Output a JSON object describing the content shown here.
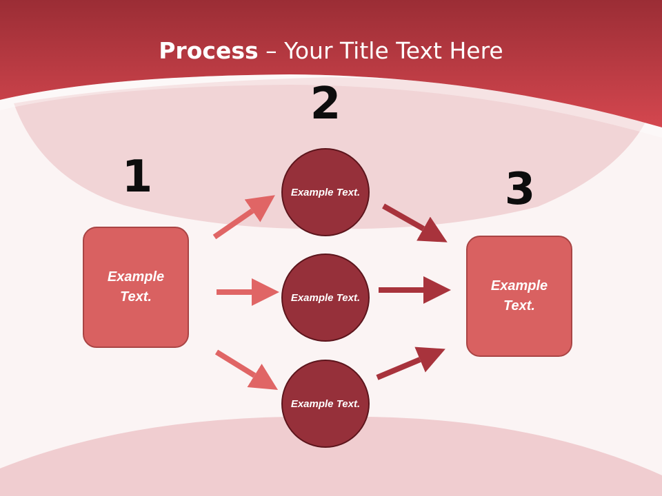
{
  "slide": {
    "title_bold": "Process",
    "title_rest": " – Your Title Text Here"
  },
  "steps": {
    "one": {
      "number": "1",
      "box_label": "Example Text."
    },
    "two": {
      "number": "2",
      "circles": [
        "Example Text.",
        "Example Text.",
        "Example Text."
      ]
    },
    "three": {
      "number": "3",
      "box_label": "Example Text."
    }
  },
  "colors": {
    "header_red": "#c9404a",
    "box_fill": "#d96161",
    "circle_fill": "#96303a",
    "arrow_light": "#e06565",
    "arrow_dark": "#a8333c"
  }
}
